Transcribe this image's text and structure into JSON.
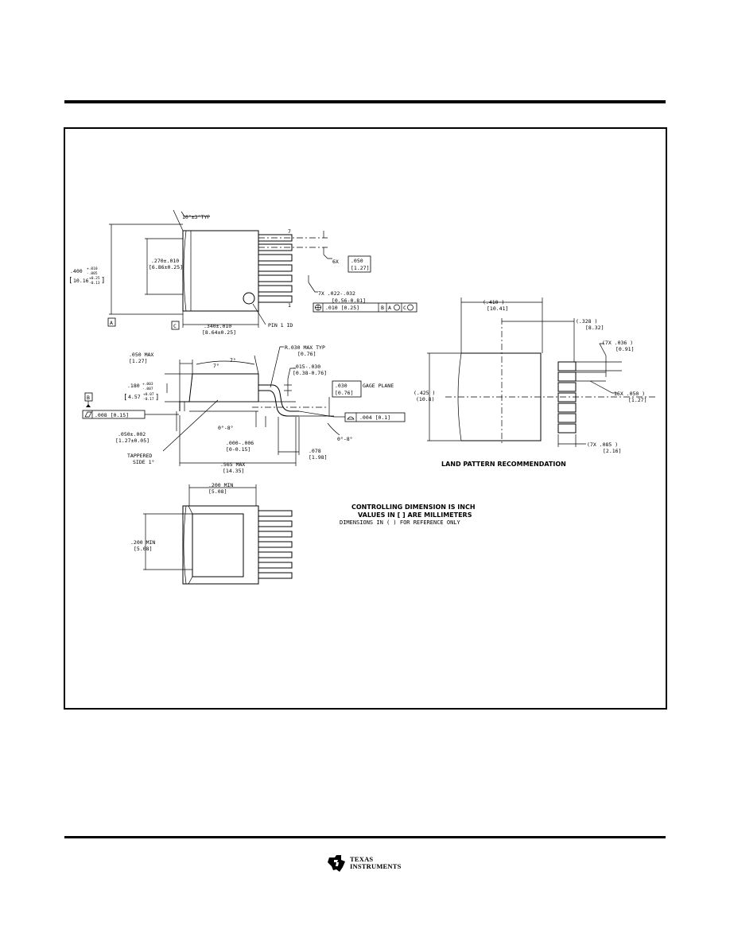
{
  "drawing": {
    "top_view": {
      "angle_typ": "10°±3°TYP",
      "height_main": ".400",
      "height_tol_top": "+.010",
      "height_tol_bot": "-.005",
      "height_mm": "10.16",
      "height_mm_tol_top": "+0.25",
      "height_mm_tol_bot": "-0.13",
      "inner_height": ".270±.010",
      "inner_height_mm": "[6.86±0.25]",
      "pin_top": "7",
      "pin_bottom": "1",
      "pitch_label": "6X",
      "pitch_in": ".050",
      "pitch_mm": "[1.27]",
      "lead_width": "7X .022-.032",
      "lead_width_mm": "[0.56-0.81]",
      "tolerance_frame": ".010 [0.25]",
      "datum_a": "A",
      "datum_b": "B",
      "datum_c": "C",
      "body_length": ".340±.010",
      "body_length_mm": "[8.64±0.25]",
      "pin1_label": "PIN 1 ID"
    },
    "side_view": {
      "max_in": ".050  MAX",
      "max_mm": "[1.27]",
      "angle_7a": "7°",
      "angle_7b": "7°",
      "radius": "R.030  MAX TYP",
      "radius_mm": "[0.76]",
      "lead_thk": ".015-.030",
      "lead_thk_mm": "[0.38-0.76]",
      "height_in": ".180",
      "height_tol_top": "+.003",
      "height_tol_bot": "-.007",
      "height_mm": "4.57",
      "height_mm_tol_top": "+0.07",
      "height_mm_tol_bot": "-0.17",
      "gage_in": ".030",
      "gage_mm": "[0.76]",
      "gage_label": "GAGE PLANE",
      "flatness": ".008 [0.15]",
      "coplanarity": ".004 [0.1]",
      "standoff_in": ".050±.002",
      "standoff_mm": "[1.27±0.05]",
      "angle_range_a": "0°-8°",
      "angle_range_b": "0°-8°",
      "foot_in": ".000-.006",
      "foot_mm": "[0-0.15]",
      "tip_in": ".078",
      "tip_mm": "[1.98]",
      "tapered_1": "TAPPERED",
      "tapered_2": "SIDE 1°",
      "overall_in": ".565  MAX",
      "overall_mm": "[14.35]"
    },
    "bottom_view": {
      "width_in": ".200 MIN",
      "width_mm": "[5.08]",
      "height_in": ".200 MIN",
      "height_mm": "[5.08]"
    },
    "land_pattern": {
      "width": "(.410  )",
      "width_mm": "[10.41]",
      "pad_span": "(.328  )",
      "pad_span_mm": "[8.32]",
      "pad_len": "(7X .036  )",
      "pad_len_mm": "[0.91]",
      "body_h": "(.425  )",
      "body_h_mm": "(10.8)",
      "pitch": "16X .050  )",
      "pitch_mm": "[1.27]",
      "pad_w": "(7X .085  )",
      "pad_w_mm": "[2.16]",
      "title": "LAND PATTERN RECOMMENDATION"
    },
    "notes": {
      "line1": "CONTROLLING DIMENSION IS INCH",
      "line2": "VALUES IN [ ] ARE MILLIMETERS",
      "line3": "DIMENSIONS IN ( ) FOR REFERENCE ONLY"
    }
  },
  "footer": {
    "logo_line1": "TEXAS",
    "logo_line2": "INSTRUMENTS"
  }
}
